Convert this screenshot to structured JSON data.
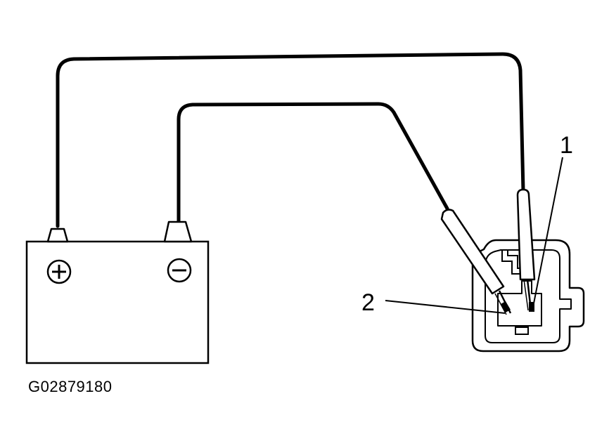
{
  "figure_id": "G02879180",
  "callouts": {
    "one": "1",
    "two": "2"
  },
  "battery": {
    "positive_symbol_icon": "plus-in-circle",
    "negative_symbol_icon": "minus-in-circle"
  },
  "colors": {
    "line": "#000000",
    "background": "#ffffff"
  }
}
